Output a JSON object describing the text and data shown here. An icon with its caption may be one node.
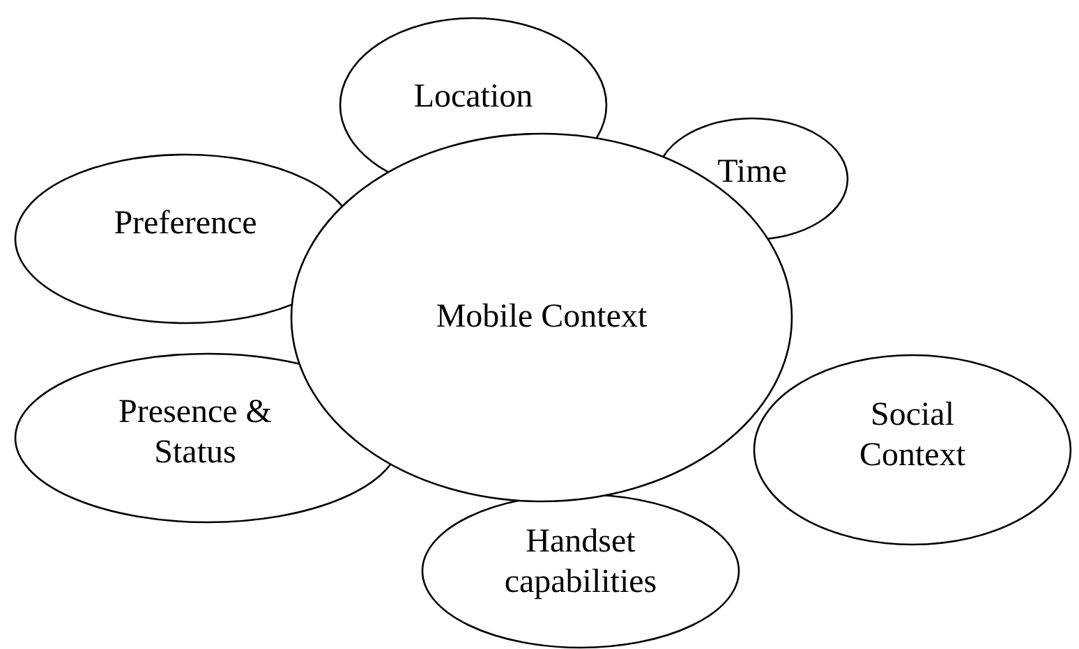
{
  "diagram": {
    "nodes": [
      {
        "text": [
          "Location"
        ]
      },
      {
        "text": [
          "Time"
        ]
      },
      {
        "text": [
          "Preference"
        ]
      },
      {
        "text": [
          "Mobile Context"
        ]
      },
      {
        "text": [
          "Social Context"
        ]
      },
      {
        "text": [
          "Presence & Status"
        ]
      },
      {
        "text": [
          "Handset capabilities"
        ]
      }
    ]
  }
}
